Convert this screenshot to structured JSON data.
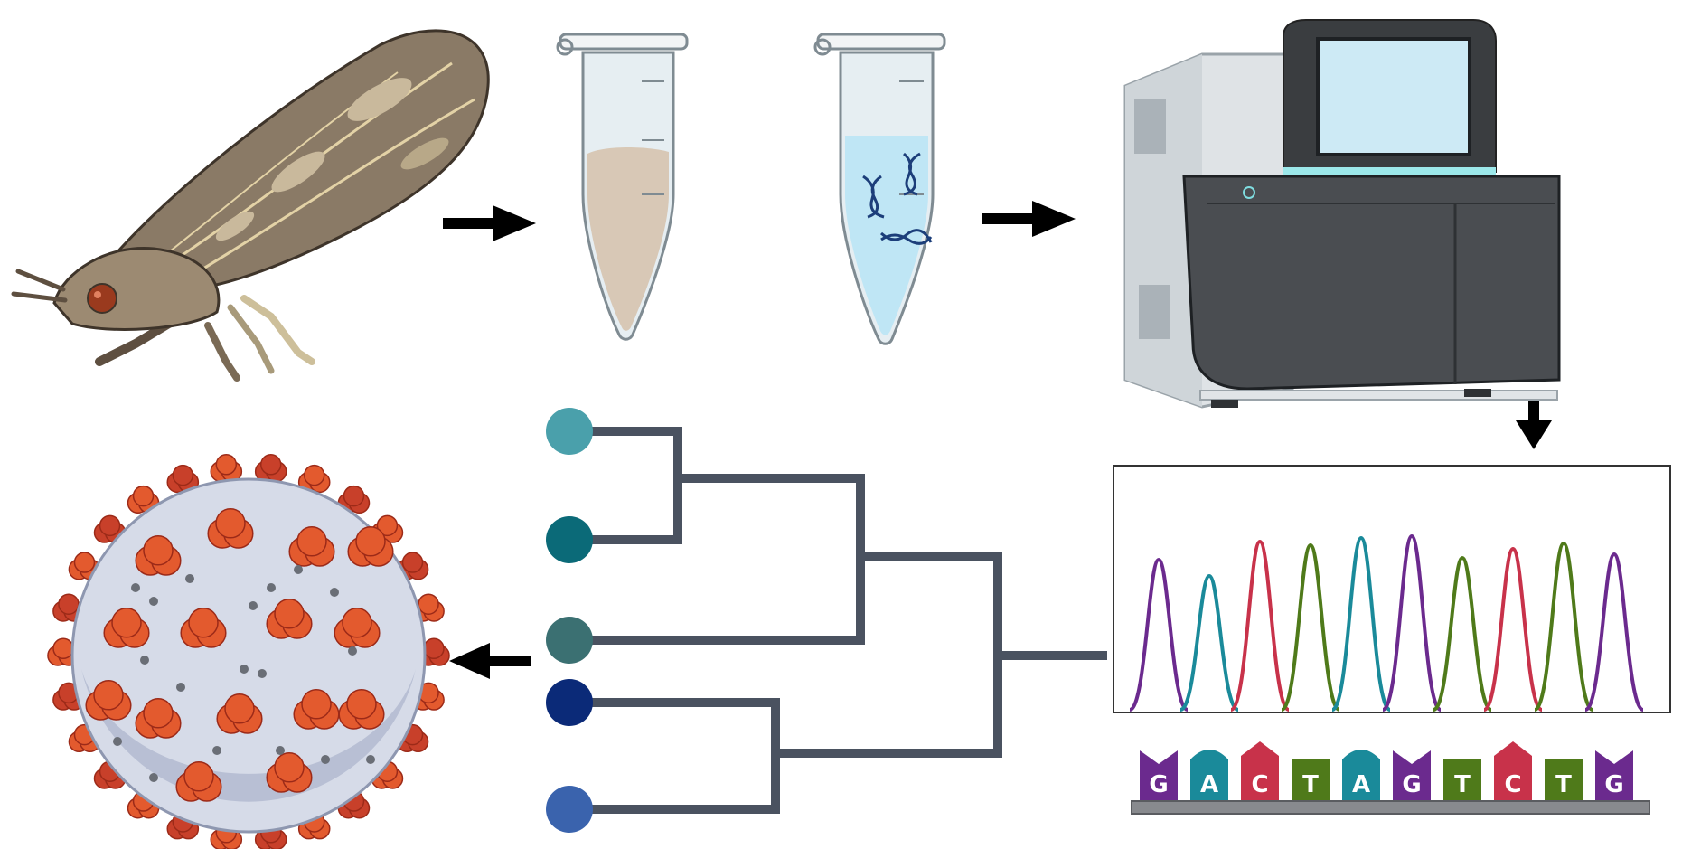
{
  "workflow": {
    "steps": [
      {
        "name": "insect-specimen",
        "icon": "leafhopper-icon"
      },
      {
        "name": "homogenized-tissue",
        "icon": "microtube-icon"
      },
      {
        "name": "extracted-nucleic-acid",
        "icon": "microtube-dna-icon"
      },
      {
        "name": "sequencer",
        "icon": "sequencing-machine-icon"
      },
      {
        "name": "chromatogram",
        "icon": "chromatogram-icon"
      },
      {
        "name": "phylogenetic-tree",
        "icon": "phylogeny-icon"
      },
      {
        "name": "virus",
        "icon": "virus-icon"
      }
    ],
    "arrows": [
      "arrow-right",
      "arrow-right",
      "arrow-down",
      "arrow-left"
    ]
  },
  "sequence": {
    "bases": [
      "G",
      "A",
      "C",
      "T",
      "A",
      "G",
      "T",
      "C",
      "T",
      "G"
    ],
    "base_colors": {
      "G": "#6b2a8e",
      "A": "#1a8a9a",
      "C": "#c8324a",
      "T": "#4f7a1a"
    }
  },
  "tree": {
    "tip_colors": [
      "#4aa0ab",
      "#0b6a78",
      "#3b7072",
      "#0b2a78",
      "#3a63ad"
    ]
  },
  "colors": {
    "arrow": "#000000",
    "tree_branch": "#4a5260",
    "tube_glass": "#e6eef2",
    "liquid": "#bfe6f5",
    "pellet": "#d8c8b6",
    "virus_spike": "#e35a2e",
    "virus_body": "#d6dbe8"
  }
}
